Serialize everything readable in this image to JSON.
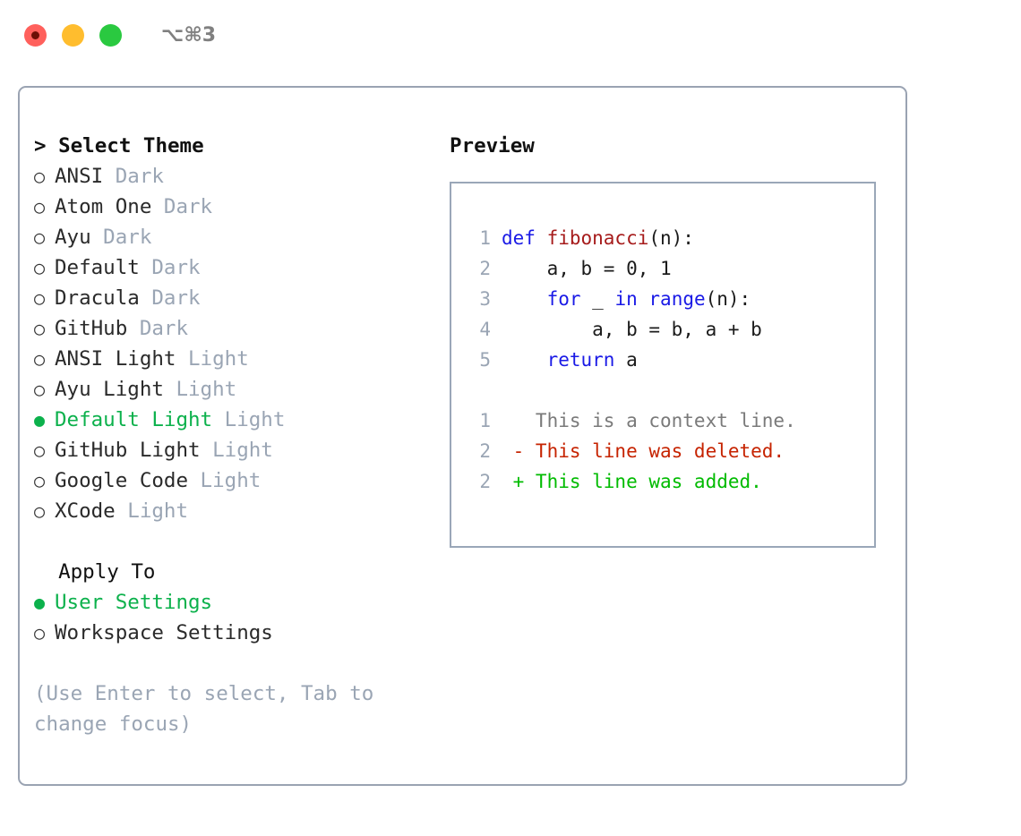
{
  "titlebar": {
    "lights": [
      {
        "name": "close",
        "color": "#ff605c",
        "focused": true
      },
      {
        "name": "minimize",
        "color": "#ffbd2e",
        "focused": false
      },
      {
        "name": "zoom",
        "color": "#2ac940",
        "focused": false
      }
    ],
    "shortcut": "⌥⌘3"
  },
  "theme_section": {
    "heading": "> Select Theme",
    "options": [
      {
        "bullet": "○",
        "label": "ANSI",
        "suffix": "Dark",
        "selected": false
      },
      {
        "bullet": "○",
        "label": "Atom One",
        "suffix": "Dark",
        "selected": false
      },
      {
        "bullet": "○",
        "label": "Ayu",
        "suffix": "Dark",
        "selected": false
      },
      {
        "bullet": "○",
        "label": "Default",
        "suffix": "Dark",
        "selected": false
      },
      {
        "bullet": "○",
        "label": "Dracula",
        "suffix": "Dark",
        "selected": false
      },
      {
        "bullet": "○",
        "label": "GitHub",
        "suffix": "Dark",
        "selected": false
      },
      {
        "bullet": "○",
        "label": "ANSI Light",
        "suffix": "Light",
        "selected": false
      },
      {
        "bullet": "○",
        "label": "Ayu Light",
        "suffix": "Light",
        "selected": false
      },
      {
        "bullet": "●",
        "label": "Default Light",
        "suffix": "Light",
        "selected": true
      },
      {
        "bullet": "○",
        "label": "GitHub Light",
        "suffix": "Light",
        "selected": false
      },
      {
        "bullet": "○",
        "label": "Google Code",
        "suffix": "Light",
        "selected": false
      },
      {
        "bullet": "○",
        "label": "XCode",
        "suffix": "Light",
        "selected": false
      }
    ]
  },
  "apply_section": {
    "heading": "  Apply To",
    "options": [
      {
        "bullet": "●",
        "label": "User Settings",
        "selected": true
      },
      {
        "bullet": "○",
        "label": "Workspace Settings",
        "selected": false
      }
    ]
  },
  "hint": "(Use Enter to select, Tab to change focus)",
  "preview": {
    "title": "Preview",
    "code_lines": [
      {
        "num": "1",
        "segments": [
          {
            "t": "def ",
            "c": "kw"
          },
          {
            "t": "fibonacci",
            "c": "fn"
          },
          {
            "t": "(n):",
            "c": "code-text"
          }
        ]
      },
      {
        "num": "2",
        "segments": [
          {
            "t": "    a, b = 0, 1",
            "c": "code-text"
          }
        ]
      },
      {
        "num": "3",
        "segments": [
          {
            "t": "    ",
            "c": "code-text"
          },
          {
            "t": "for",
            "c": "kw"
          },
          {
            "t": " _ ",
            "c": "code-text"
          },
          {
            "t": "in",
            "c": "kw"
          },
          {
            "t": " ",
            "c": "code-text"
          },
          {
            "t": "range",
            "c": "kw"
          },
          {
            "t": "(n):",
            "c": "code-text"
          }
        ]
      },
      {
        "num": "4",
        "segments": [
          {
            "t": "        a, b = b, a + b",
            "c": "code-text"
          }
        ]
      },
      {
        "num": "5",
        "segments": [
          {
            "t": "    ",
            "c": "code-text"
          },
          {
            "t": "return",
            "c": "kw"
          },
          {
            "t": " a",
            "c": "code-text"
          }
        ]
      }
    ],
    "diff_lines": [
      {
        "num": "1",
        "segments": [
          {
            "t": "   This is a context line.",
            "c": "diff-ctx"
          }
        ]
      },
      {
        "num": "2",
        "segments": [
          {
            "t": " - This line was deleted.",
            "c": "diff-del"
          }
        ]
      },
      {
        "num": "2",
        "segments": [
          {
            "t": " + This line was added.",
            "c": "diff-add"
          }
        ]
      }
    ]
  },
  "colors": {
    "accent_green": "#0cb14c",
    "muted": "#9aa5b4",
    "keyword_blue": "#1a1ae6",
    "function_red": "#a61b1b",
    "diff_delete": "#c62300",
    "diff_add": "#00bb00",
    "border": "#9aa3b2"
  }
}
